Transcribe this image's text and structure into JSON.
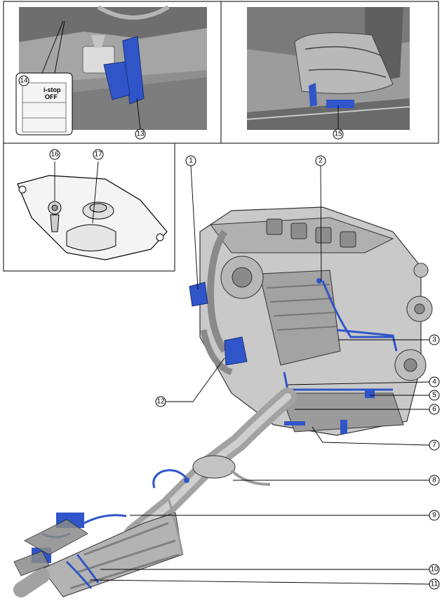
{
  "figure": {
    "colors": {
      "highlight": "#2f55c8",
      "metal_light": "#d9d9d9",
      "metal_mid": "#a9a9a9",
      "metal_dark": "#6f6f6f",
      "photo_bg": "#9c9c9c",
      "border": "#000000"
    },
    "switch_label": {
      "line1": "i-stop",
      "line2": "OFF"
    },
    "callouts": [
      "1",
      "2",
      "3",
      "4",
      "5",
      "6",
      "7",
      "8",
      "9",
      "10",
      "11",
      "12",
      "13",
      "14",
      "15",
      "16",
      "17"
    ]
  }
}
